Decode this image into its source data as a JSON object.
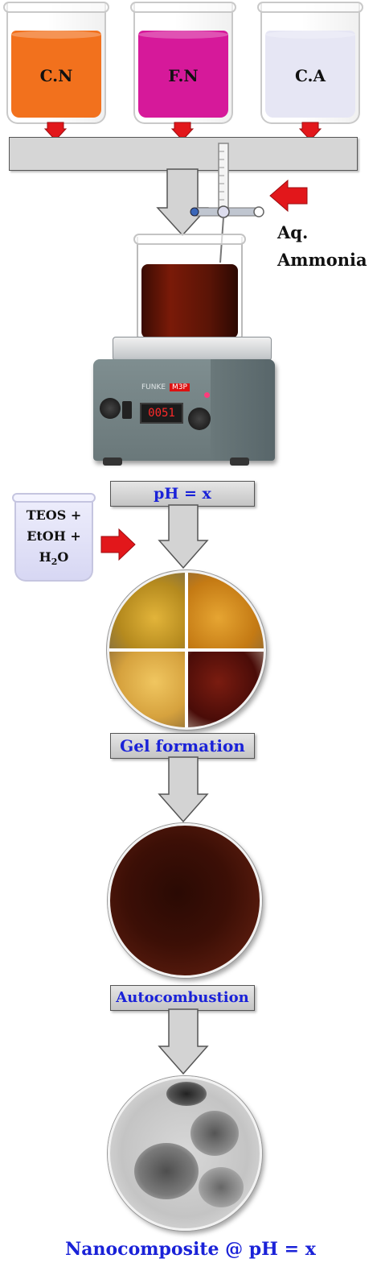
{
  "beakers": [
    {
      "label": "C.N",
      "color": "#f2711d"
    },
    {
      "label": "F.N",
      "color": "#d6199a"
    },
    {
      "label": "C.A",
      "color": "#e6e6f4"
    }
  ],
  "reagent": {
    "line1": "Aq.",
    "line2": "Ammonia"
  },
  "hotplate": {
    "brand": "FUNKE",
    "model": "M3P",
    "display": "0051"
  },
  "side_beaker": {
    "line1": "TEOS +",
    "line2": "EtOH +",
    "line3_main": "H",
    "line3_sub": "2",
    "line3_end": "O"
  },
  "steps": {
    "ph": "pH = x",
    "gel": "Gel formation",
    "auto": "Autocombustion"
  },
  "final_label": "Nanocomposite @ pH = x",
  "colors": {
    "accent_text": "#1a22d8",
    "red_arrow": "#e2171b",
    "gray_arrow": "#d3d3d3"
  }
}
